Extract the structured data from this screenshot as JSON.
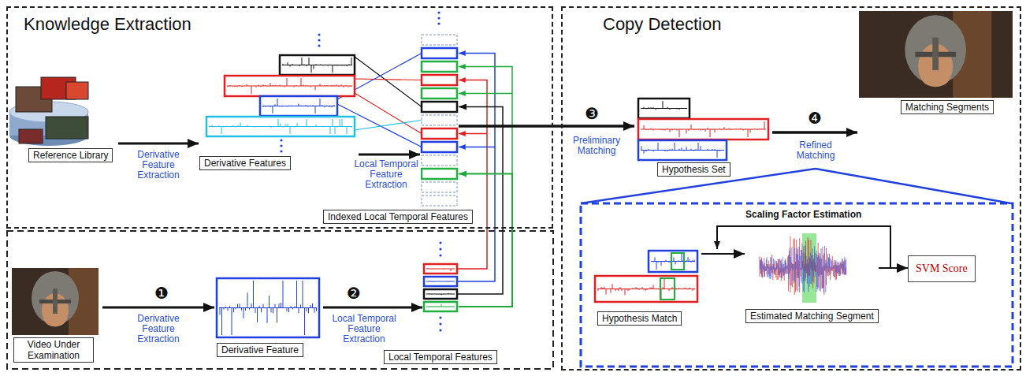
{
  "diagram": {
    "nodes": [
      {
        "text": [
          "Knowledge Extraction"
        ]
      },
      {
        "text": [
          "Reference Library"
        ],
        "in": 0
      },
      {
        "text": [
          "Derivative Features"
        ],
        "in": 0
      },
      {
        "text": [
          "Indexed Local Temporal Features"
        ],
        "in": 0
      },
      {
        "text": [
          "Copy Detection"
        ]
      },
      {
        "text": [
          "Hypothesis Set"
        ],
        "in": 4
      },
      {
        "text": [
          "Matching Segments"
        ],
        "in": 4
      },
      {
        "text": [
          "Hypothesis Match"
        ],
        "in": 4
      },
      {
        "text": [
          "Estimated Matching Segment"
        ],
        "in": 4
      },
      {
        "text": [
          "SVM Score"
        ],
        "in": 4
      },
      {
        "text": [
          "Video Under Examination"
        ]
      },
      {
        "text": [
          "Derivative Feature"
        ]
      },
      {
        "text": [
          "Local Temporal Features"
        ]
      }
    ],
    "edges": [
      {
        "from": 1,
        "to": 2,
        "arrow": "to",
        "label": "Derivative Feature Extraction"
      },
      {
        "from": 2,
        "to": 3,
        "arrow": "to",
        "label": "Local Temporal Feature Extraction"
      },
      {
        "from": 3,
        "to": 5,
        "arrow": "to",
        "label": "Preliminary Matching"
      },
      {
        "from": 5,
        "to": 6,
        "arrow": "to",
        "label": "Refined Matching"
      },
      {
        "from": 7,
        "to": 8,
        "arrow": "to"
      },
      {
        "from": 8,
        "to": 9,
        "arrow": "to"
      },
      {
        "from": 10,
        "to": 11,
        "arrow": "to",
        "label": "Derivative Feature Extraction"
      },
      {
        "from": 11,
        "to": 12,
        "arrow": "to",
        "label": "Local Temporal Feature Extraction"
      },
      {
        "from": 12,
        "to": 3,
        "arrow": "to"
      }
    ],
    "labels": [
      "❶",
      "❷",
      "❸",
      "❹",
      "Scaling Factor Estimation"
    ]
  }
}
